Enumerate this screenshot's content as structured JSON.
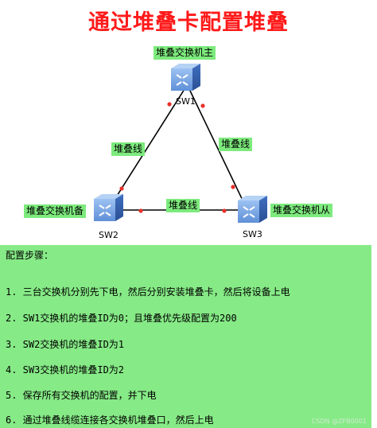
{
  "title": "通过堆叠卡配置堆叠",
  "nodes": {
    "sw1": {
      "name": "SW1",
      "role_label": "堆叠交换机主"
    },
    "sw2": {
      "name": "SW2",
      "role_label": "堆叠交换机备"
    },
    "sw3": {
      "name": "SW3",
      "role_label": "堆叠交换机从"
    }
  },
  "links": [
    {
      "from": "SW1",
      "to": "SW2",
      "label": "堆叠线"
    },
    {
      "from": "SW1",
      "to": "SW3",
      "label": "堆叠线"
    },
    {
      "from": "SW2",
      "to": "SW3",
      "label": "堆叠线"
    }
  ],
  "colors": {
    "title": "#ff1a1a",
    "label_bg": "#7dea7d",
    "panel_bg": "#86ea86",
    "port_dot": "#e8302a",
    "switch_blue": "#4a7fd0"
  },
  "steps": {
    "heading": "配置步骤：",
    "items": [
      "1. 三台交换机分别先下电，然后分别安装堆叠卡，然后将设备上电",
      "2. SW1交换机的堆叠ID为0；且堆叠优先级配置为200",
      "3. SW2交换机的堆叠ID为1",
      "4. SW3交换机的堆叠ID为2",
      "5. 保存所有交换机的配置，并下电",
      "6. 通过堆叠线缆连接各交换机堆叠口，然后上电"
    ]
  },
  "watermark": "CSDN @ZFB0001"
}
